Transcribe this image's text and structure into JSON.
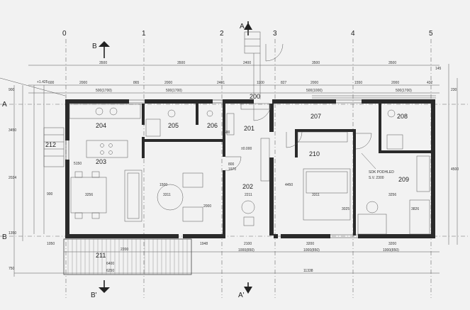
{
  "grid_axes": {
    "columns": [
      "0",
      "1",
      "2",
      "3",
      "4",
      "5"
    ],
    "rows": [
      "A",
      "B"
    ]
  },
  "section_marks": [
    "A",
    "A'",
    "B",
    "B'"
  ],
  "rooms": [
    "200",
    "201",
    "202",
    "203",
    "204",
    "205",
    "206",
    "207",
    "208",
    "209",
    "210",
    "211",
    "212"
  ],
  "dimensions": {
    "top_overall": [
      "3500",
      "3500",
      "2400",
      "3500",
      "3500"
    ],
    "top_inner": [
      "600",
      "2000",
      "865",
      "2000",
      "2481",
      "1100",
      "827",
      "2000",
      "1550",
      "2000",
      "432"
    ],
    "windows": [
      "500(1700)",
      "500(1700)",
      "500(1000)",
      "500(1700)"
    ],
    "bottom": [
      "1948",
      "2100",
      "3200",
      "3200"
    ],
    "bottom_openings": [
      "1000(850)",
      "1000(850)",
      "1000(850)"
    ],
    "overall_width": "11338",
    "terrace": [
      "6400",
      "6250",
      "2200",
      "1050"
    ],
    "left_side": [
      "900",
      "3450",
      "2024",
      "900",
      "1350",
      "750"
    ],
    "room_inner": [
      "3256",
      "3311",
      "2211",
      "3311",
      "3256"
    ],
    "misc": [
      "+1.425",
      "±0.000",
      "800",
      "1970",
      "600",
      "2000",
      "1500",
      "3826",
      "3025",
      "4450",
      "5150",
      "4500",
      "145",
      "230"
    ]
  },
  "annotations": {
    "soffit_label": "SDK PODHLED",
    "soffit_height": "S.V. 2300"
  }
}
